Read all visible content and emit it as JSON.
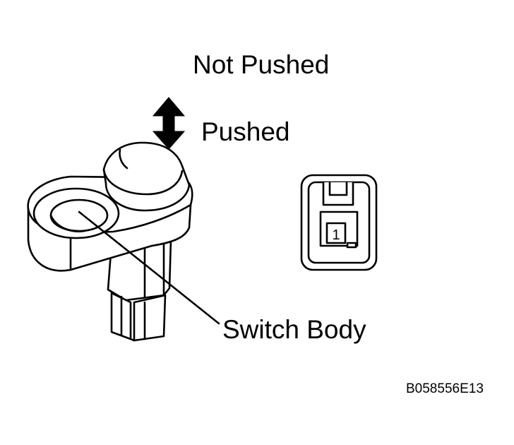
{
  "labels": {
    "not_pushed": "Not Pushed",
    "pushed": "Pushed",
    "switch_body": "Switch Body",
    "figure_code": "B058556E13"
  },
  "connector": {
    "pin_number": "1"
  }
}
